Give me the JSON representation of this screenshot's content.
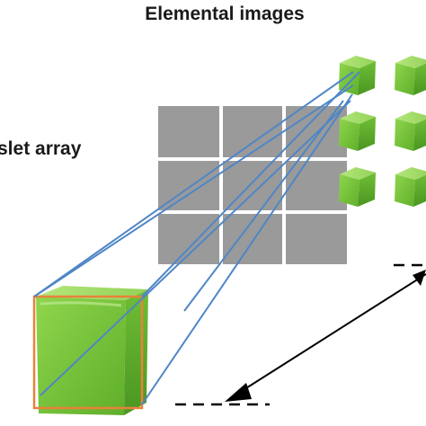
{
  "labels": {
    "elemental_images": "Elemental images",
    "lenslet_array": "slet array"
  },
  "colors": {
    "lens_grid_fill": "#9a9a9a",
    "lens_grid_line": "#ffffff",
    "ray": "#4f86c6",
    "bounding_box": "#e8823a",
    "cube_face_front": "#7ec83f",
    "cube_face_top": "#a6dd6b",
    "cube_face_side": "#5fa82c",
    "arrow": "#000000"
  },
  "lens_grid": {
    "rows": 3,
    "cols": 3
  },
  "elemental_images": {
    "rows": 3,
    "cols": 2
  },
  "icons": {
    "object": "green-cube-icon",
    "elemental_image": "green-cube-icon",
    "arrow": "double-headed-arrow-icon"
  }
}
